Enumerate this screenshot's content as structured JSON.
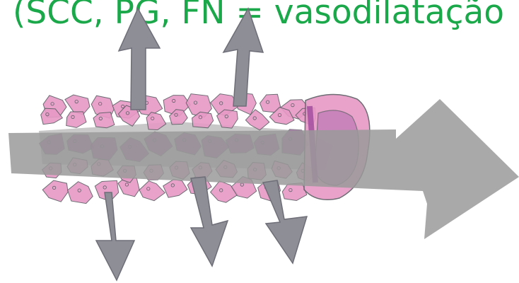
{
  "caption": {
    "text": "(SCC, PG, FN = vasodilatação",
    "color": "#1aa84a"
  },
  "colors": {
    "arrow_fill": "#8e8e96",
    "arrow_stroke": "#6e6e78",
    "flow_arrow": "#9a9a9a",
    "cell_light": "#e79ac6",
    "cell_dark": "#a04a9e",
    "cell_stroke": "#5e5e66"
  },
  "arrows": {
    "up": [
      "arrow-up",
      "arrow-up"
    ],
    "down": [
      "arrow-down",
      "arrow-down",
      "arrow-down"
    ],
    "flow": "arrow-right"
  }
}
